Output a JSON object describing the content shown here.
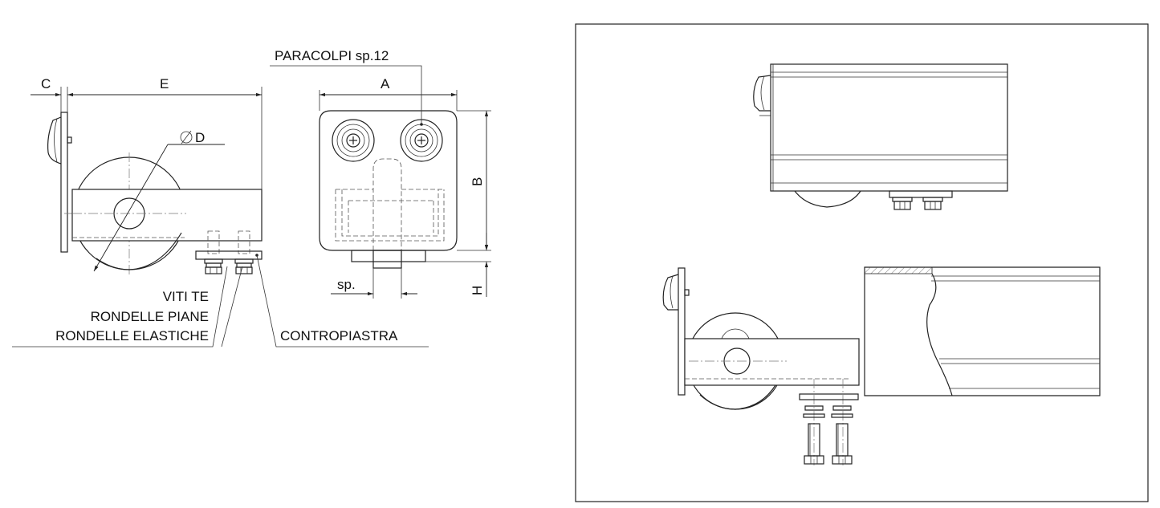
{
  "labels": {
    "dim_c": "C",
    "dim_e": "E",
    "dim_d": "D",
    "dim_a": "A",
    "dim_b": "B",
    "dim_h": "H",
    "dim_sp": "sp.",
    "paracolpi": "PARACOLPI sp.12",
    "viti": "VITI TE",
    "rondelle_piane": "RONDELLE PIANE",
    "rondelle_elastiche": "RONDELLE ELASTICHE",
    "contropiastra": "CONTROPIASTRA"
  }
}
